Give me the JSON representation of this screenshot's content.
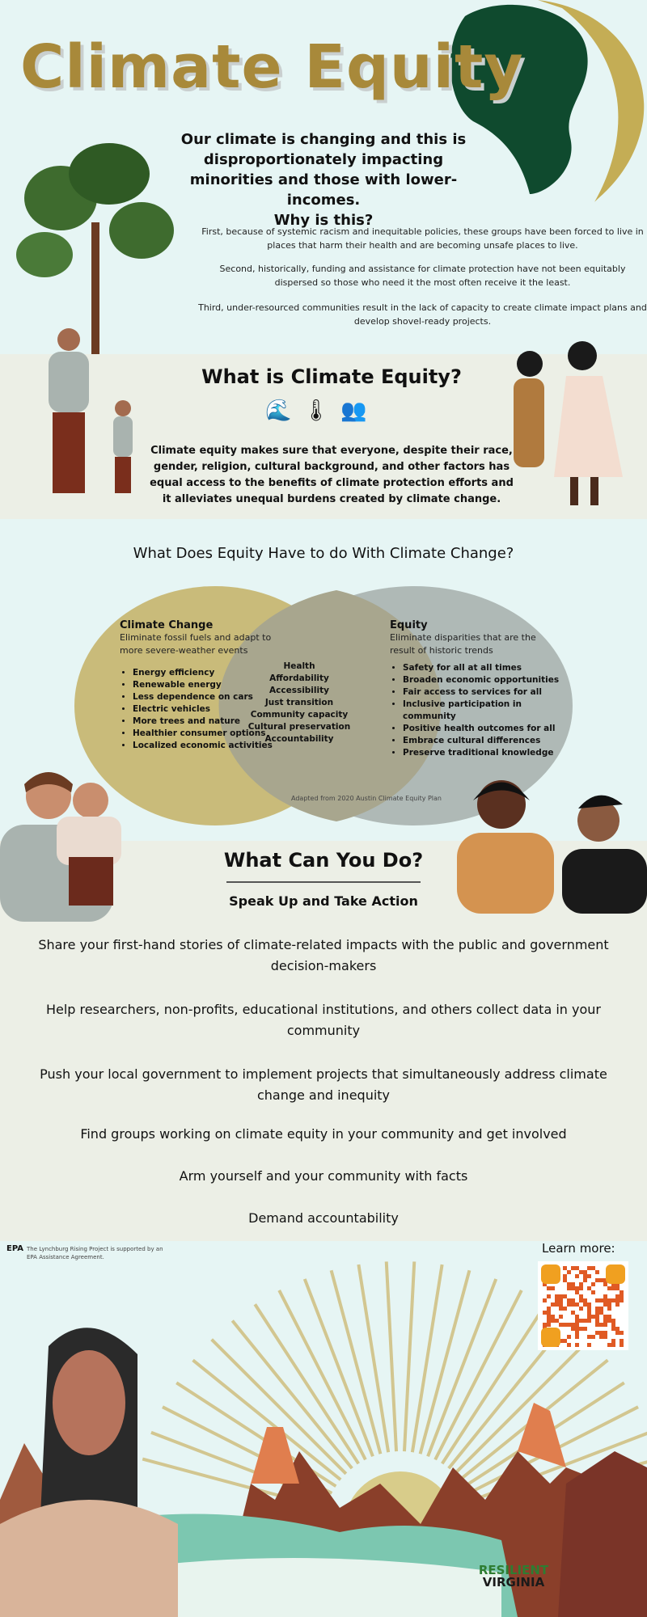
{
  "title": "Climate Equity",
  "intro": {
    "lead": "Our climate is changing and this is disproportionately impacting minorities and those with lower-incomes.",
    "question": "Why is this?",
    "paragraphs": [
      "First, because of systemic racism and inequitable policies, these groups have been forced to live in places that harm their health and are becoming unsafe places to live.",
      "Second, historically, funding and assistance for climate protection have not been equitably dispersed so those who need it the most often receive it the least.",
      "Third, under-resourced communities result in the lack of capacity to create climate impact plans and develop shovel-ready projects."
    ]
  },
  "what_is": {
    "heading": "What is Climate Equity?",
    "icons": [
      "flood-icon",
      "heat-thermometer-icon",
      "crowd-icon"
    ],
    "text": "Climate equity makes sure that everyone, despite their race, gender, religion, cultural background, and other factors has equal access to the benefits of climate protection efforts and it alleviates unequal burdens created by climate change."
  },
  "venn": {
    "heading": "What Does Equity Have to do With Climate Change?",
    "left": {
      "title": "Climate Change",
      "subtitle": "Eliminate fossil fuels and adapt to more severe-weather events",
      "items": [
        "Energy efficiency",
        "Renewable energy",
        "Less dependence on cars",
        "Electric vehicles",
        "More trees and nature",
        "Healthier consumer options",
        "Localized economic activities"
      ]
    },
    "right": {
      "title": "Equity",
      "subtitle": "Eliminate disparities that are the result of historic trends",
      "items": [
        "Safety for all at all times",
        "Broaden economic opportunities",
        "Fair access to services for all",
        "Inclusive participation in community",
        "Positive health outcomes for all",
        "Embrace cultural differences",
        "Preserve traditional knowledge"
      ]
    },
    "overlap": [
      "Health",
      "Affordability",
      "Accessibility",
      "Just transition",
      "Community capacity",
      "Cultural preservation",
      "Accountability"
    ],
    "credit": "Adapted from 2020 Austin Climate Equity Plan"
  },
  "actions": {
    "heading": "What Can You Do?",
    "subheading": "Speak Up and Take Action",
    "items": [
      "Share your first-hand stories of climate-related impacts with the public and government decision-makers",
      "Help researchers, non-profits, educational institutions, and others collect data in your community",
      "Push your local government to implement projects that simultaneously address climate change and inequity",
      "Find groups working on climate equity in your community and get involved",
      "Arm yourself and your community with facts",
      "Demand accountability"
    ]
  },
  "footer": {
    "epa_logo": "EPA",
    "epa_text": "The Lynchburg Rising Project is supported by an EPA Assistance Agreement.",
    "learn_more": "Learn more:",
    "brand_top": "RESILIENT",
    "brand_bottom": "VIRGINIA"
  },
  "colors": {
    "bg": "#e6f5f4",
    "band": "#ecefe6",
    "gold": "#a8893a",
    "venn_left": "#c9bb7a",
    "venn_right": "#a9b3af",
    "qr": "#e05a24"
  }
}
